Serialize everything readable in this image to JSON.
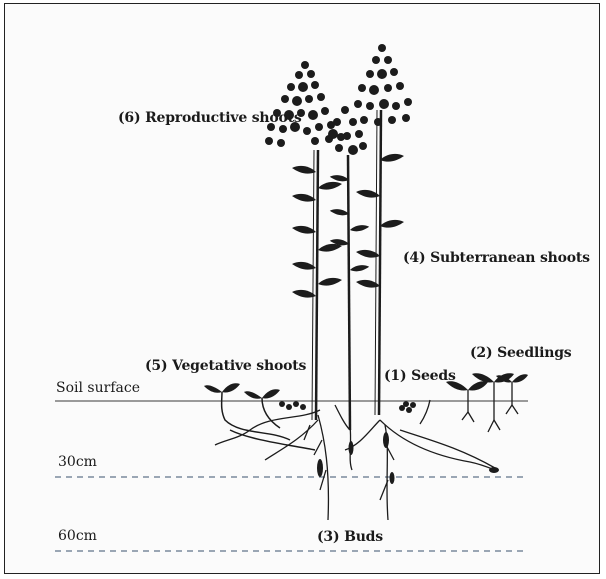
{
  "labels": {
    "reproductive_shoots": "(6) Reproductive shoots",
    "subterranean_shoots": "(4) Subterranean shoots",
    "vegetative_shoots": "(5) Vegetative shoots",
    "seeds": "(1) Seeds",
    "seedlings": "(2) Seedlings",
    "buds": "(3) Buds",
    "soil_surface": "Soil surface",
    "depth_30": "30cm",
    "depth_60": "60cm"
  },
  "colors": {
    "ink": "#1a1a1a",
    "soil_line": "#9a9a9a",
    "depth_line": "#9aa6b4"
  }
}
